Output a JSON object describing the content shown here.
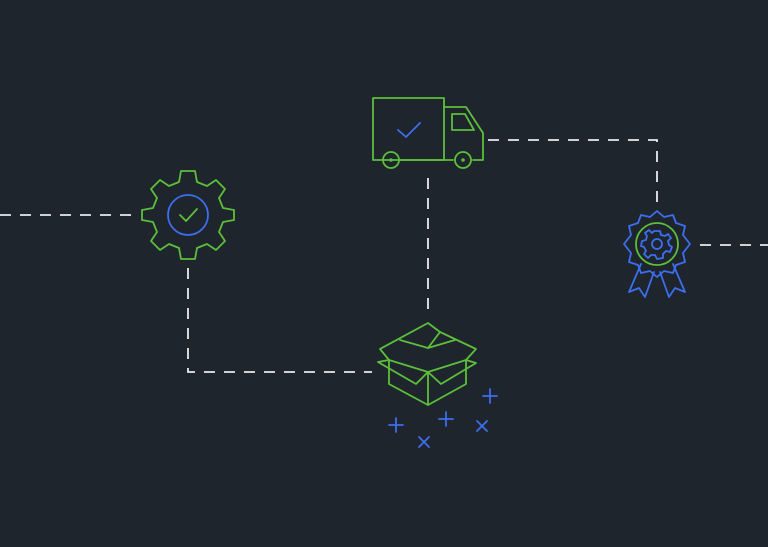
{
  "colors": {
    "background": "#1f252d",
    "connector": "#e8ebee",
    "accent_green": "#5cbf3a",
    "accent_blue": "#3d6ef0"
  },
  "nodes": [
    {
      "id": "gear",
      "icon": "gear-check-icon"
    },
    {
      "id": "truck",
      "icon": "delivery-truck-check-icon"
    },
    {
      "id": "box",
      "icon": "open-box-icon"
    },
    {
      "id": "badge",
      "icon": "award-ribbon-gear-icon"
    }
  ],
  "decorations": [
    "plus-sparkle-icon",
    "cross-sparkle-icon"
  ]
}
